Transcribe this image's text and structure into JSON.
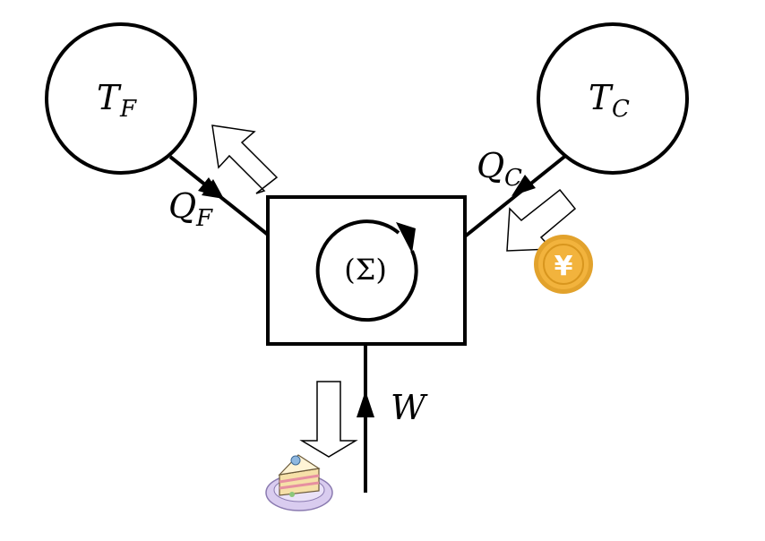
{
  "hot_reservoir": {
    "symbol": "T",
    "subscript": "F"
  },
  "cold_reservoir": {
    "symbol": "T",
    "subscript": "C"
  },
  "heat_hot": {
    "symbol": "Q",
    "subscript": "F"
  },
  "heat_cold": {
    "symbol": "Q",
    "subscript": "C"
  },
  "work": {
    "symbol": "W"
  },
  "system": {
    "label": "(Σ)"
  },
  "coin": {
    "symbol": "¥",
    "color": "#F2B33D",
    "rim_color": "#E2A22C"
  },
  "cake": {
    "plate_color": "#D9CCEF"
  },
  "colors": {
    "stroke": "#000000",
    "background": "#ffffff"
  }
}
